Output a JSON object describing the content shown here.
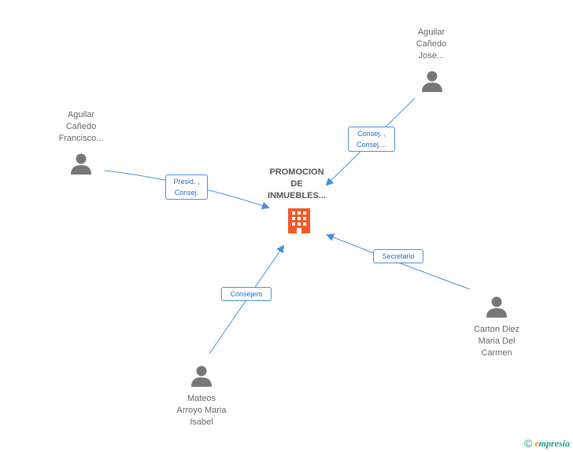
{
  "colors": {
    "edge": "#4a8fd8",
    "person": "#777777",
    "company": "#f05a2a",
    "brand": "#1a9b8c"
  },
  "company": {
    "label": "PROMOCION\nDE\nINMUEBLES...",
    "icon": "building-icon"
  },
  "persons": [
    {
      "id": "jose",
      "label": "Aguilar\nCañedo\nJose...",
      "icon": "person-icon"
    },
    {
      "id": "francisco",
      "label": "Aguilar\nCañedo\nFrancisco...",
      "icon": "person-icon"
    },
    {
      "id": "carton",
      "label": "Carton Diez\nMaria Del\nCarmen",
      "icon": "person-icon"
    },
    {
      "id": "mateos",
      "label": "Mateos\nArroyo Maria\nIsabel",
      "icon": "person-icon"
    }
  ],
  "relations": [
    {
      "from": "jose",
      "label": "Consej. ,\nConsej...."
    },
    {
      "from": "francisco",
      "label": "Presid. ,\nConsej."
    },
    {
      "from": "carton",
      "label": "Secretario"
    },
    {
      "from": "mateos",
      "label": "Consejero"
    }
  ],
  "footer": {
    "copyright_symbol": "©",
    "brand_first": "e",
    "brand_rest": "mpresia"
  }
}
